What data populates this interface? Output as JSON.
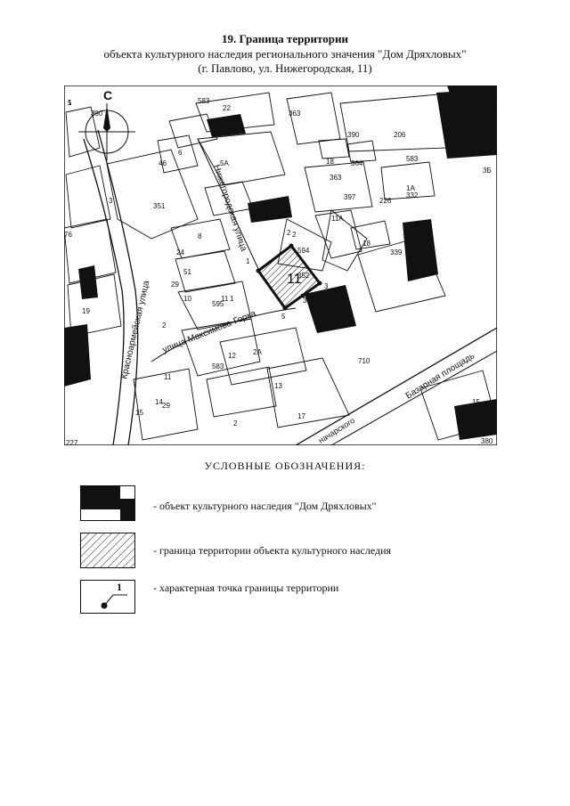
{
  "header": {
    "title": "19. Граница территории",
    "subtitle_line1": "объекта культурного наследия регионального значения \"Дом Дряхловых\"",
    "subtitle_line2": "(г. Павлово, ул. Нижегородская, 11)"
  },
  "map": {
    "north_label": "С",
    "streets": {
      "nizhegorodskaya": "Нижегородская улица",
      "krasnoarmeyskaya": "Красноармейская улица",
      "maksimova": "улица Максимова-Горка",
      "bazarnaya": "Базарная площадь",
      "nachar": "начарского"
    },
    "block_labels": [
      "1",
      "390",
      "583",
      "22",
      "5",
      "363",
      "1Б",
      "390",
      "206",
      "583",
      "22",
      "3Б",
      "5А",
      "46",
      "6",
      "18",
      "364",
      "363",
      "1А",
      "226",
      "332",
      "397",
      "3",
      "351",
      "11А",
      "76",
      "2",
      "18",
      "24",
      "8",
      "339",
      "1",
      "29",
      "594",
      "352",
      "51",
      "595",
      "11",
      "1",
      "10",
      "594",
      "3",
      "4",
      "2",
      "19",
      "710",
      "2А",
      "12",
      "583",
      "11",
      "13",
      "14",
      "29",
      "15",
      "15",
      "30",
      "2",
      "17",
      "227",
      "227",
      "12",
      "380",
      "5",
      "3"
    ],
    "point_labels": [
      "1",
      "2",
      "3",
      "4",
      "5"
    ],
    "object_label": "11"
  },
  "legend": {
    "heading": "УСЛОВНЫЕ ОБОЗНАЧЕНИЯ:",
    "items": [
      {
        "text": "- объект культурного наследия \"Дом Дряхловых\""
      },
      {
        "text": "- граница территории объекта культурного наследия"
      },
      {
        "text": "- характерная точка границы территории",
        "point_number": "1"
      }
    ]
  }
}
